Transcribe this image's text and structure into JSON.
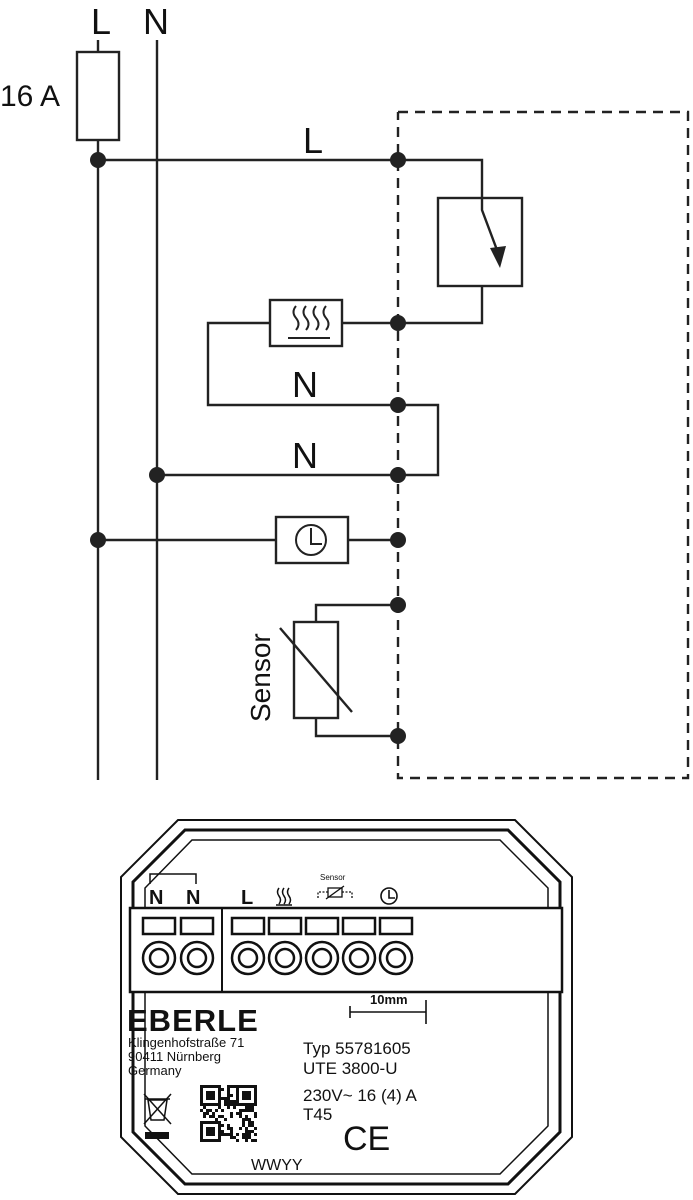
{
  "schematic": {
    "phase_label": "L",
    "neutral_label": "N",
    "fuse_label": "16 A",
    "line_label": "L",
    "neutral_label_upper": "N",
    "neutral_label_lower": "N",
    "sensor_label": "Sensor"
  },
  "device": {
    "terminals": [
      "N",
      "N",
      "L"
    ],
    "sensor_small_label": "Sensor",
    "scale_label": "10mm",
    "brand": "EBERLE",
    "address_line1": "Klingenhofstraße 71",
    "address_line2": "90411 Nürnberg",
    "address_line3": "Germany",
    "type_line": "Typ 55781605",
    "model_line": "UTE 3800-U",
    "rating_line": "230V~ 16 (4) A",
    "temp_class": "T45",
    "ce_mark": "CE",
    "date_code": "WWYY"
  }
}
